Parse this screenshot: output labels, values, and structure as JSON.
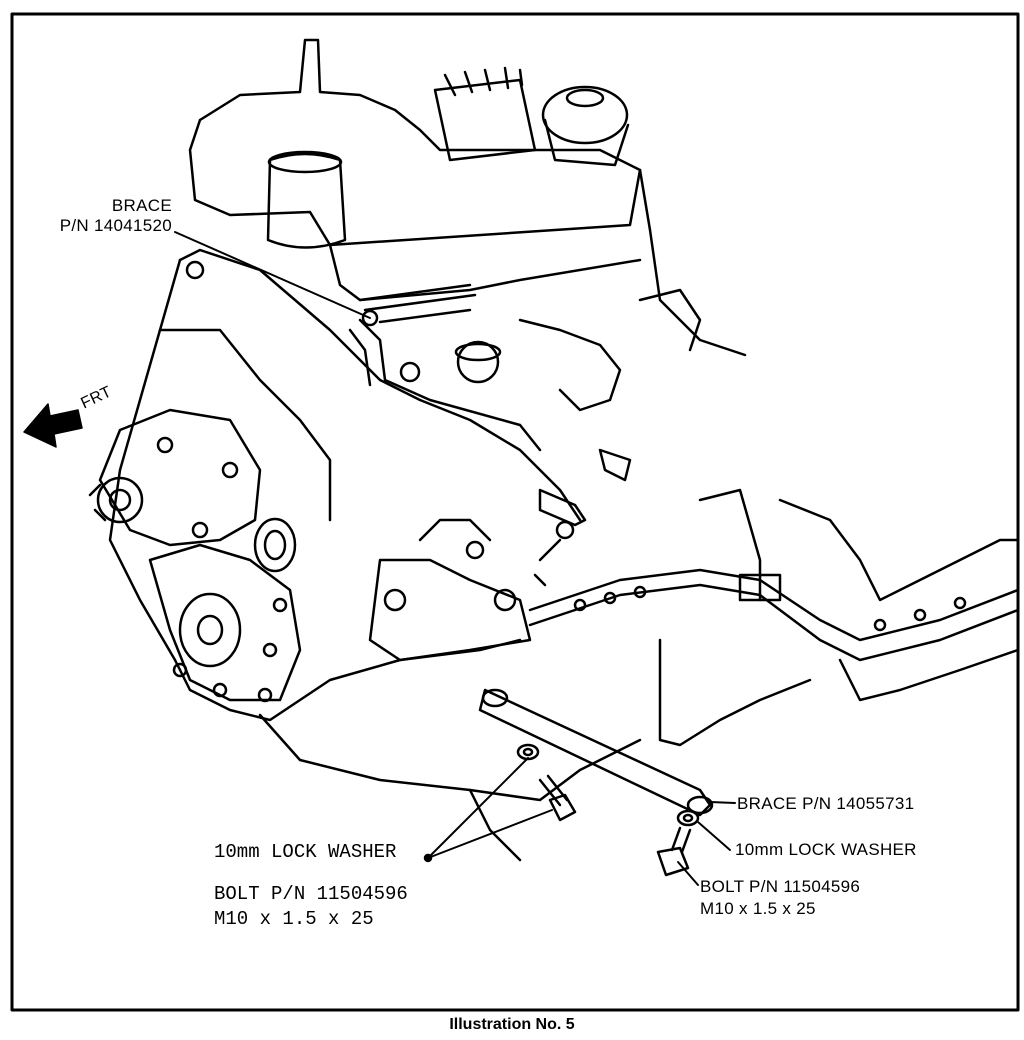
{
  "labels": {
    "upper_brace_line1": "BRACE",
    "upper_brace_line2": "P/N 14041520",
    "front_marker": "FRT",
    "lower_brace": "BRACE P/N 14055731",
    "left_lock_washer": "10mm LOCK WASHER",
    "left_bolt_line1": "BOLT P/N 11504596",
    "left_bolt_line2": "M10 x 1.5 x 25",
    "right_lock_washer": "10mm LOCK WASHER",
    "right_bolt_line1": "BOLT P/N 11504596",
    "right_bolt_line2": "M10 x 1.5 x 25"
  },
  "caption": "Illustration No. 5",
  "colors": {
    "ink": "#000000",
    "paper": "#ffffff"
  }
}
